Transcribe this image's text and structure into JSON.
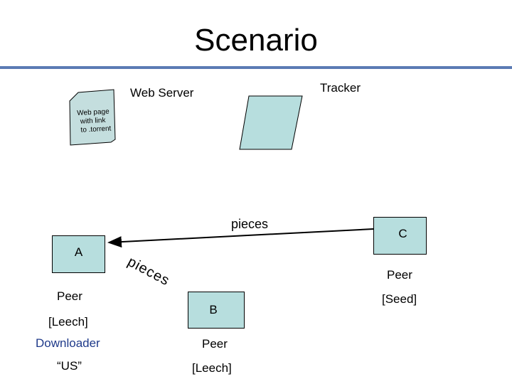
{
  "title": "Scenario",
  "colors": {
    "accent_bar": "#5b7bb4",
    "node_fill": "#b7dede",
    "note_fill": "#c4dede",
    "downloader_text": "#1f3a8a"
  },
  "web_server": {
    "label": "Web Server",
    "note_lines": [
      "Web page",
      "with link",
      "to .torrent"
    ]
  },
  "tracker": {
    "label": "Tracker"
  },
  "peer_a": {
    "name": "A",
    "role": "Peer",
    "state": "[Leech]",
    "downloader": "Downloader",
    "us": "“US”"
  },
  "peer_b": {
    "name": "B",
    "role": "Peer",
    "state": "[Leech]"
  },
  "peer_c": {
    "name": "C",
    "role": "Peer",
    "state": "[Seed]"
  },
  "edges": {
    "c_to_a": "pieces",
    "b_to_a": "pieces"
  }
}
